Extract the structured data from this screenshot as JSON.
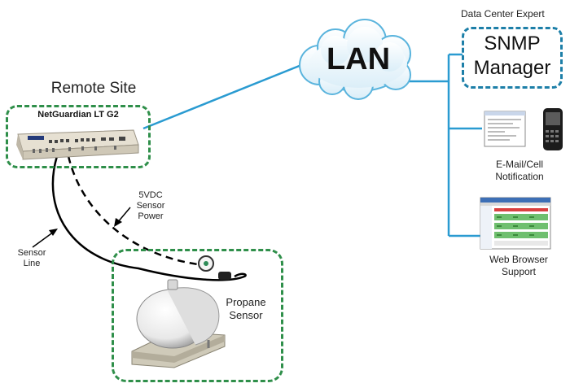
{
  "header": {
    "data_center_label": "Data Center Expert"
  },
  "network": {
    "lan_label": "LAN"
  },
  "remote_site": {
    "title": "Remote Site",
    "device_label": "NetGuardian LT G2"
  },
  "manager": {
    "line1": "SNMP",
    "line2": "Manager"
  },
  "notification": {
    "line1": "E-Mail/Cell",
    "line2": "Notification"
  },
  "web": {
    "line1": "Web Browser",
    "line2": "Support"
  },
  "sensor_power": {
    "line1": "5VDC",
    "line2": "Sensor",
    "line3": "Power"
  },
  "sensor_line": {
    "line1": "Sensor",
    "line2": "Line"
  },
  "propane": {
    "line1": "Propane",
    "line2": "Sensor"
  },
  "colors": {
    "link_blue": "#2a9bd1",
    "dashed_green": "#2f8f4a",
    "dashed_teal": "#1d7fa8"
  }
}
